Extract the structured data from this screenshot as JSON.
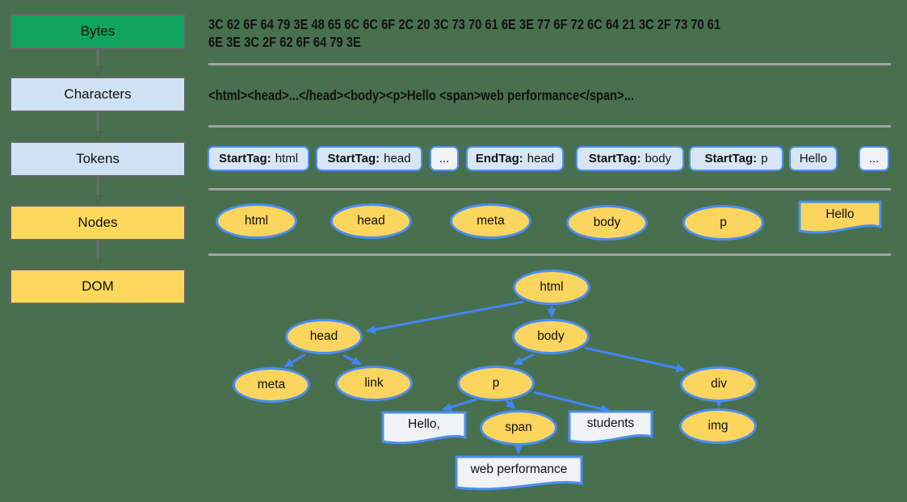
{
  "pipeline": {
    "stages": [
      {
        "label": "Bytes"
      },
      {
        "label": "Characters"
      },
      {
        "label": "Tokens"
      },
      {
        "label": "Nodes"
      },
      {
        "label": "DOM"
      }
    ]
  },
  "bytes": {
    "lines": [
      "3C 62 6F 64 79 3E 48 65 6C 6C 6F 2C 20 3C 73 70 61 6E 3E 77 6F 72 6C 64 21 3C 2F 73 70 61",
      "6E 3E 3C 2F 62 6F 64 79 3E"
    ]
  },
  "characters": {
    "text": "<html><head>...</head><body><p>Hello <span>web performance</span>..."
  },
  "tokens": {
    "items": [
      {
        "label": "StartTag:",
        "value": "html"
      },
      {
        "label": "StartTag:",
        "value": "head"
      },
      {
        "value": "..."
      },
      {
        "label": "EndTag:",
        "value": "head"
      },
      {
        "label": "StartTag:",
        "value": "body"
      },
      {
        "label": "StartTag:",
        "value": "p"
      },
      {
        "value": "Hello"
      },
      {
        "value": "..."
      }
    ]
  },
  "nodes_row": {
    "ellipses": [
      "html",
      "head",
      "meta",
      "body",
      "p"
    ],
    "document": "Hello"
  },
  "dom_tree": {
    "elements": [
      "html",
      "head",
      "body",
      "meta",
      "link",
      "p",
      "div",
      "span",
      "img"
    ],
    "text_nodes": [
      "Hello,",
      "students",
      "web performance"
    ]
  },
  "colors": {
    "background": "#48704f",
    "bytes_stage_fill": "#10a35c",
    "characters_tokens_stage_fill": "#cfe2f3",
    "nodes_dom_stage_fill": "#fbd75b",
    "stage_border": "#666666",
    "token_border": "#4e94f5",
    "token_fill": "#d8e5f6",
    "token_fill_light": "#f0f2f7",
    "node_fill": "#fcd55e",
    "node_border": "#4a8ef5",
    "text_node_fill": "#f1f2f4",
    "tree_arrow": "#4285f4",
    "divider": "#a2a2a2",
    "pipeline_arrow": "#6e6e6e"
  }
}
